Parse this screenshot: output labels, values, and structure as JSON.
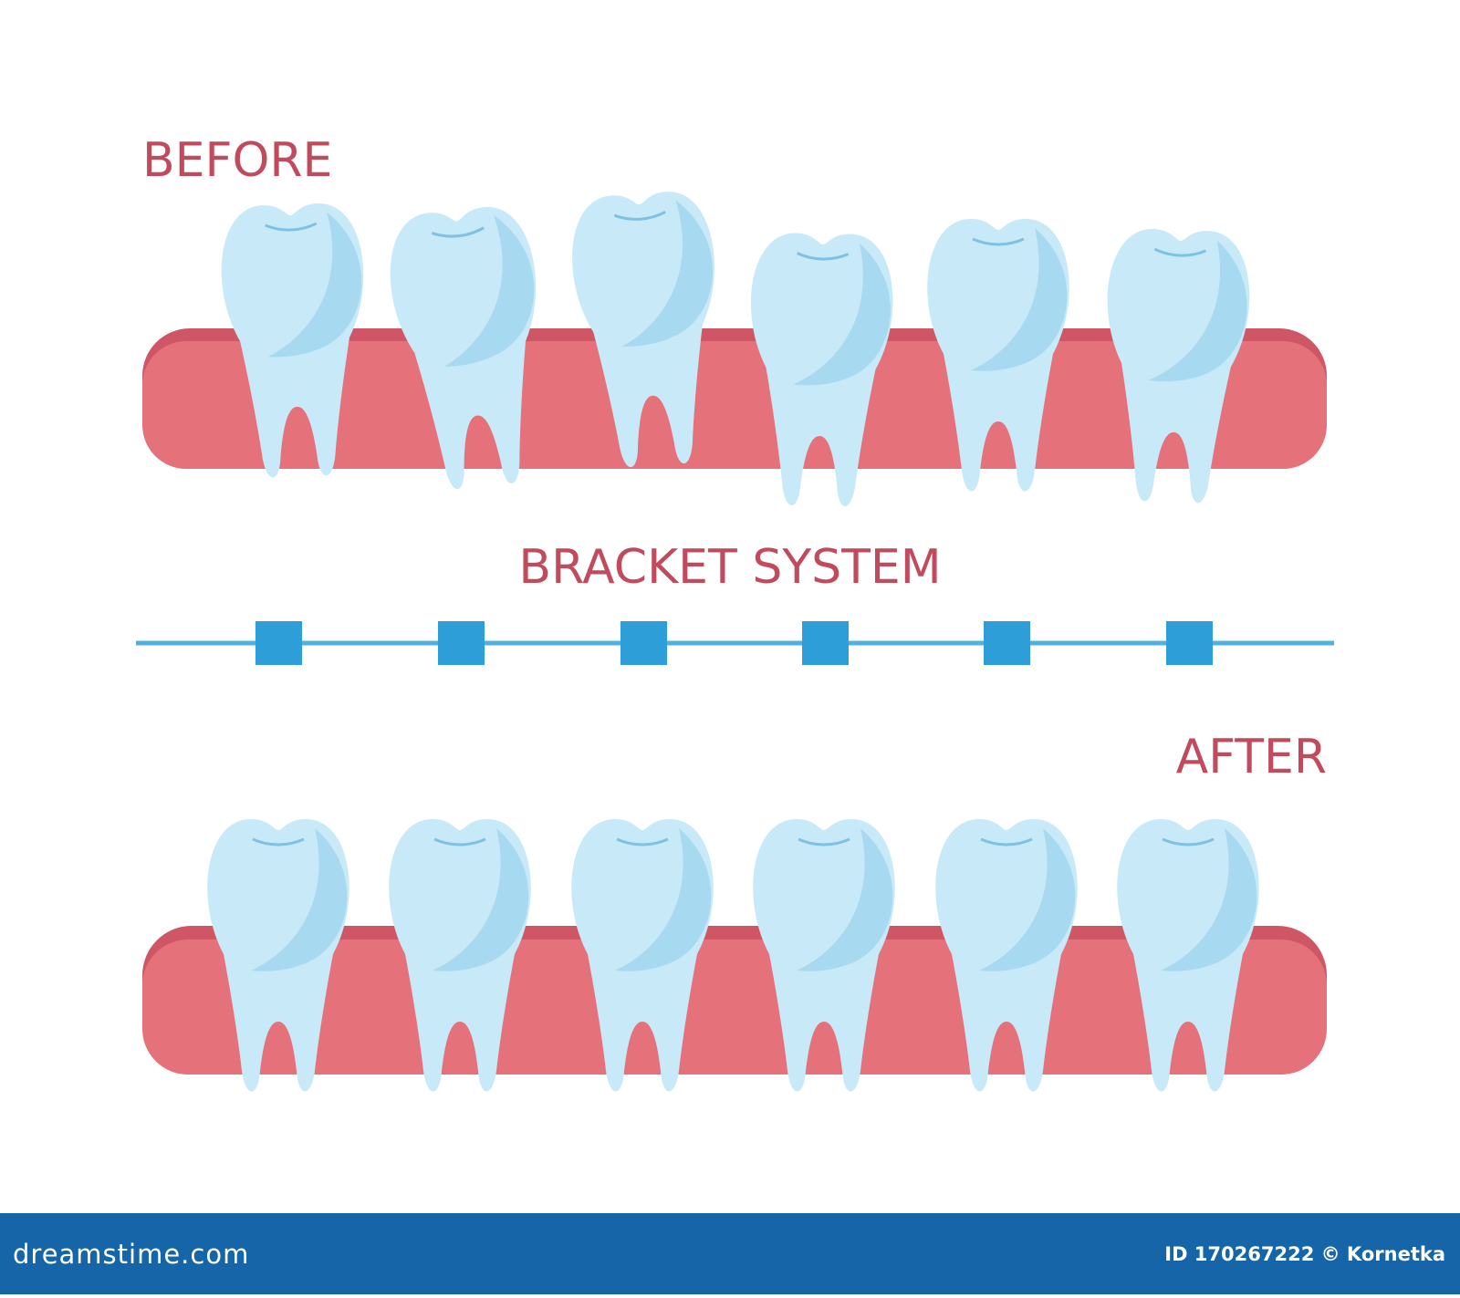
{
  "labels": {
    "before": "BEFORE",
    "system": "BRACKET SYSTEM",
    "after": "AFTER"
  },
  "footer": {
    "brand": "dreamstime.com",
    "credit": "ID 170267222 © Kornetka"
  },
  "colors": {
    "label": "#c24a5d",
    "gum": "#e5717a",
    "gum_top": "#cf5665",
    "tooth": "#c8e9f7",
    "tooth_shade": "#a7daf0",
    "tooth_line": "#7fc1e3",
    "bracket": "#2e9ed8",
    "wire": "#4fb1e3",
    "footer_bg": "#1565a8"
  },
  "icons": {
    "tooth": "tooth-icon",
    "bracket": "bracket-icon"
  }
}
